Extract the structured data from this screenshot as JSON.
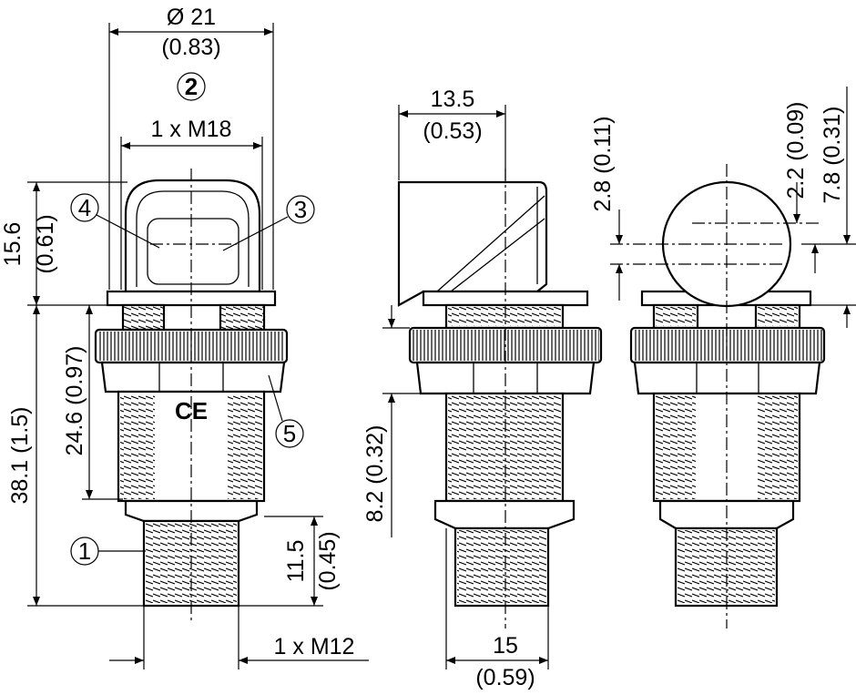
{
  "front_view": {
    "diameter_mm": "Ø 21",
    "diameter_in": "(0.83)",
    "callout_2": "2",
    "thread_top": "1 x M18",
    "callout_4": "4",
    "callout_3": "3",
    "height_top_mm": "15.6",
    "height_top_in": "(0.61)",
    "thread_len": "24.6 (0.97)",
    "total_len": "38.1 (1.5)",
    "callout_5": "5",
    "ce_mark": "CE",
    "callout_1": "1",
    "connector_len_mm": "11.5",
    "connector_len_in": "(0.45)",
    "thread_bottom": "1 x M12"
  },
  "side_view": {
    "width_mm": "13.5",
    "width_in": "(0.53)",
    "nut_dim": "8.2 (0.32)",
    "body_width_mm": "15",
    "body_width_in": "(0.59)"
  },
  "rear_view": {
    "dim_a": "2.8 (0.11)",
    "dim_b": "2.2 (0.09)",
    "dim_c": "7.8 (0.31)"
  }
}
